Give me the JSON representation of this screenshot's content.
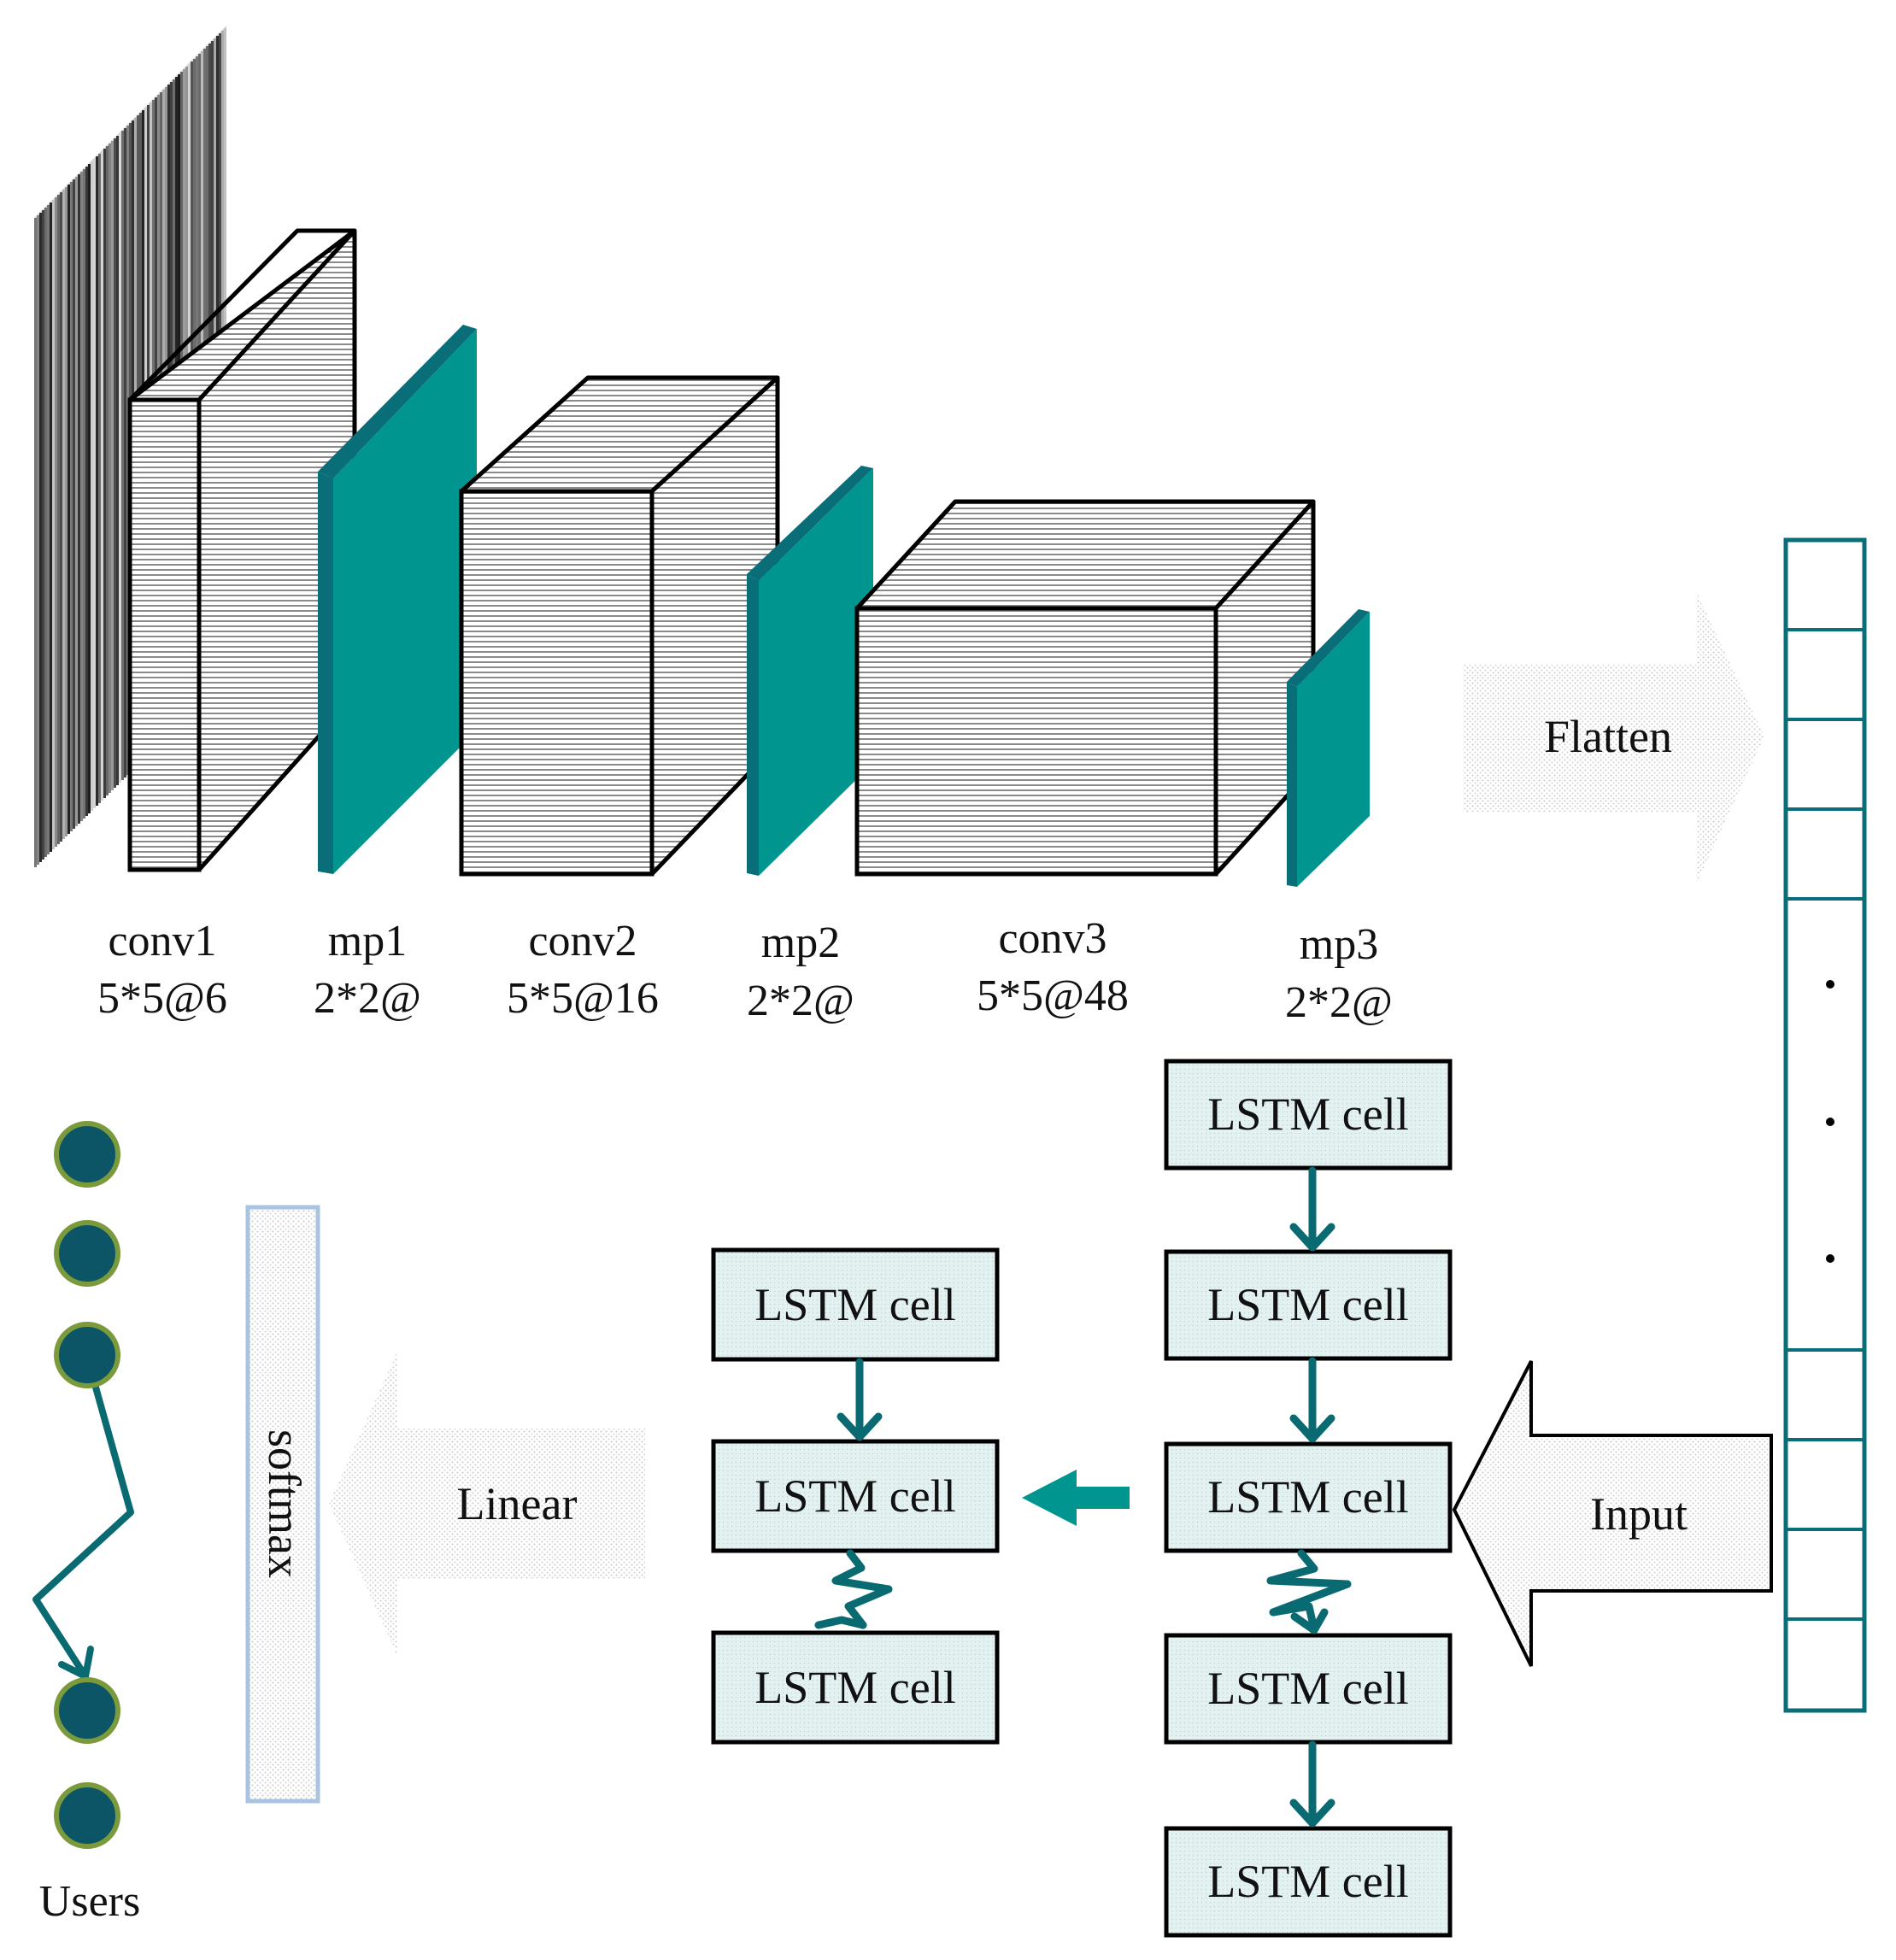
{
  "cnn": {
    "layers": [
      {
        "name": "conv1",
        "spec": "5*5@6"
      },
      {
        "name": "mp1",
        "spec": "2*2@"
      },
      {
        "name": "conv2",
        "spec": "5*5@16"
      },
      {
        "name": "mp2",
        "spec": "2*2@"
      },
      {
        "name": "conv3",
        "spec": "5*5@48"
      },
      {
        "name": "mp3",
        "spec": "2*2@"
      }
    ]
  },
  "flatten_label": "Flatten",
  "input_label": "Input",
  "linear_label": "Linear",
  "softmax_label": "softmax",
  "users_label": "Users",
  "lstm": {
    "cell_label": "LSTM cell",
    "layer1": [
      "LSTM cell",
      "LSTM cell",
      "LSTM cell",
      "LSTM cell",
      "LSTM cell"
    ],
    "layer2": [
      "LSTM cell",
      "LSTM cell",
      "LSTM cell"
    ]
  },
  "colors": {
    "teal": "#00968f",
    "teal_dark": "#0a6a72",
    "node_fill": "#0b5566",
    "node_ring": "#7a9a3c",
    "cell_fill": "#e7f3f3",
    "softmax_border": "#a9c4e0"
  }
}
